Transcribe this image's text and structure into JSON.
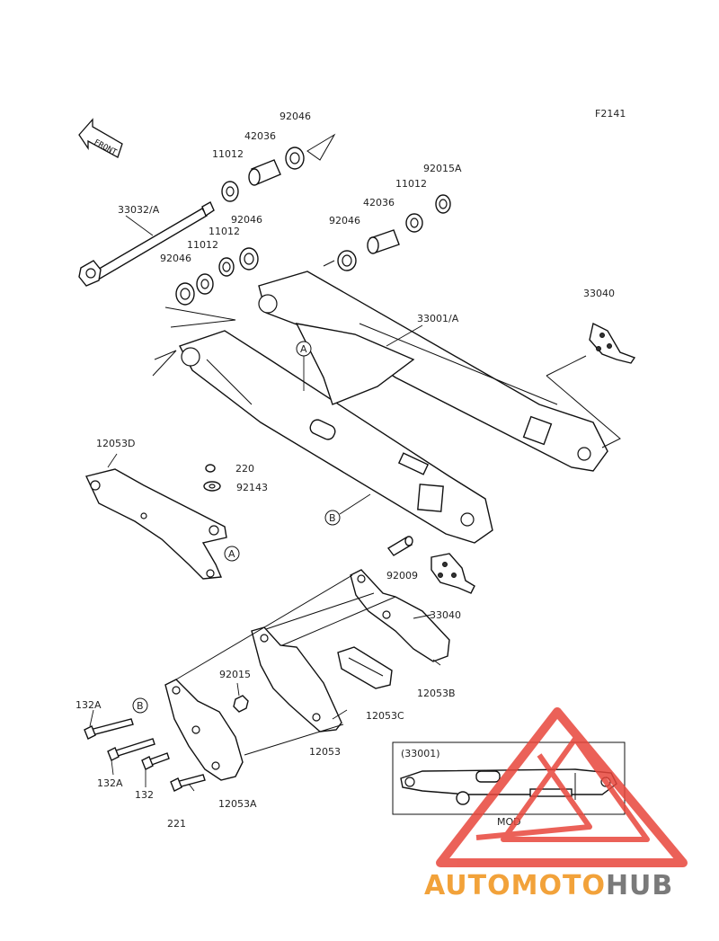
{
  "diagram_code": "F2141",
  "front_label": "FRONT",
  "parts": [
    {
      "id": "p-92046-top",
      "number": "92046"
    },
    {
      "id": "p-42036-top",
      "number": "42036"
    },
    {
      "id": "p-11012-top",
      "number": "11012"
    },
    {
      "id": "p-92015A",
      "number": "92015A"
    },
    {
      "id": "p-11012-right",
      "number": "11012"
    },
    {
      "id": "p-42036-right",
      "number": "42036"
    },
    {
      "id": "p-92046-right",
      "number": "92046"
    },
    {
      "id": "p-33032A",
      "number": "33032/A"
    },
    {
      "id": "p-92046-left",
      "number": "92046"
    },
    {
      "id": "p-11012-left",
      "number": "11012"
    },
    {
      "id": "p-11012-left2",
      "number": "11012"
    },
    {
      "id": "p-92046-left2",
      "number": "92046"
    },
    {
      "id": "p-33040-top",
      "number": "33040"
    },
    {
      "id": "p-33001A",
      "number": "33001/A"
    },
    {
      "id": "p-12053D",
      "number": "12053D"
    },
    {
      "id": "p-220",
      "number": "220"
    },
    {
      "id": "p-92143",
      "number": "92143"
    },
    {
      "id": "p-92009",
      "number": "92009"
    },
    {
      "id": "p-33040-mid",
      "number": "33040"
    },
    {
      "id": "p-12053B",
      "number": "12053B"
    },
    {
      "id": "p-92015",
      "number": "92015"
    },
    {
      "id": "p-12053C",
      "number": "12053C"
    },
    {
      "id": "p-132A-1",
      "number": "132A"
    },
    {
      "id": "p-132A-2",
      "number": "132A"
    },
    {
      "id": "p-132",
      "number": "132"
    },
    {
      "id": "p-12053",
      "number": "12053"
    },
    {
      "id": "p-12053A",
      "number": "12053A"
    },
    {
      "id": "p-221",
      "number": "221"
    }
  ],
  "markers": {
    "a": "A",
    "b": "B"
  },
  "inset": {
    "title": "(33001)",
    "note": "MOD"
  },
  "watermark": {
    "part1": "AUTOMOTO",
    "part2": "HUB",
    "color_red": "#e8463c",
    "color_orange": "#f2a23a",
    "color_gray": "#7a7a7a"
  }
}
